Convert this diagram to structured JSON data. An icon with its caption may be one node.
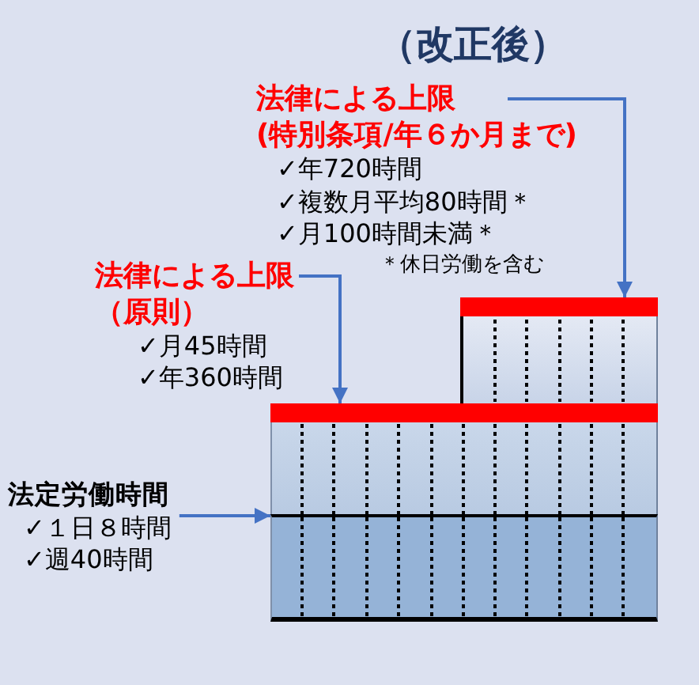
{
  "diagram": {
    "title": "（改正後）",
    "nodes": [
      {
        "text": [
          "法律による上限",
          "(特別条項/年６か月まで)",
          "✓年720時間",
          "✓複数月平均80時間＊",
          "✓月100時間未満＊"
        ]
      },
      {
        "text": [
          "法律による上限",
          "（原則）",
          "✓月45時間",
          "✓年360時間"
        ]
      },
      {
        "text": [],
        "shape": "bar"
      },
      {
        "text": [],
        "shape": "box"
      },
      {
        "text": [],
        "shape": "bar"
      },
      {
        "text": [],
        "shape": "box"
      },
      {
        "text": [
          "法定労働時間",
          "✓１日８時間",
          "✓週40時間"
        ]
      },
      {
        "text": [],
        "shape": "box"
      }
    ],
    "edges": [
      {
        "from": 0,
        "to": 2,
        "arrow": "to"
      },
      {
        "from": 1,
        "to": 4,
        "arrow": "to"
      },
      {
        "from": 6,
        "to": 7,
        "arrow": "to"
      }
    ],
    "labels": [
      "＊休日労働を含む"
    ]
  }
}
